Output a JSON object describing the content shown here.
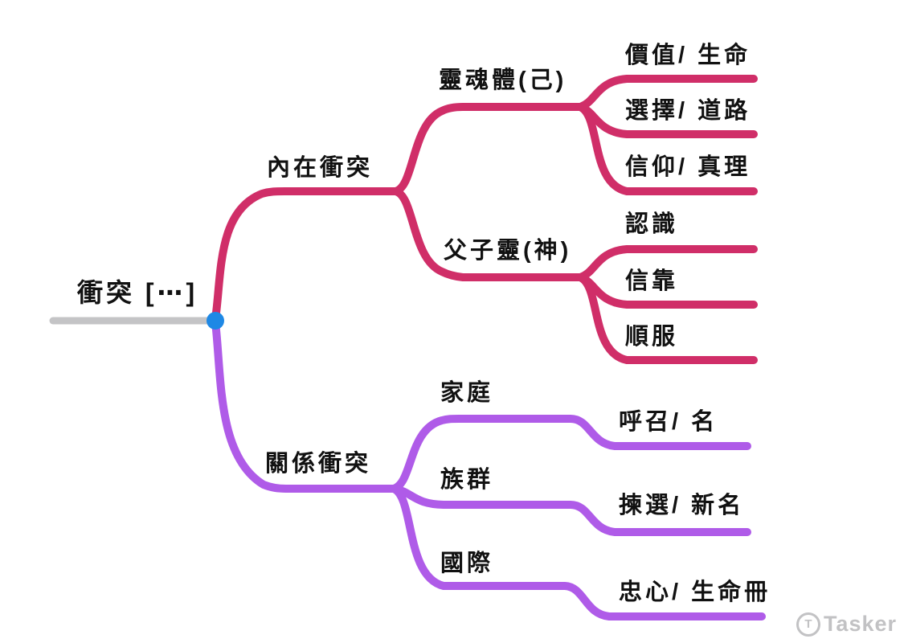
{
  "palette": {
    "branch_internal": "#D02E68",
    "branch_relational": "#AF5BE8",
    "root_line": "#C4C4C6",
    "root_dot": "#1E88E5",
    "text": "#111111",
    "watermark": "#C2C2C4"
  },
  "mindmap": {
    "root": {
      "label": "衝突 [⋯]"
    },
    "branches": [
      {
        "label": "內在衝突",
        "color": "#D02E68",
        "children": [
          {
            "label": "靈魂體(己)",
            "children": [
              {
                "label": "價值/ 生命"
              },
              {
                "label": "選擇/ 道路"
              },
              {
                "label": "信仰/ 真理"
              }
            ]
          },
          {
            "label": "父子靈(神)",
            "children": [
              {
                "label": "認識"
              },
              {
                "label": "信靠"
              },
              {
                "label": "順服"
              }
            ]
          }
        ]
      },
      {
        "label": "關係衝突",
        "color": "#AF5BE8",
        "children": [
          {
            "label": "家庭",
            "children": [
              {
                "label": "呼召/ 名"
              }
            ]
          },
          {
            "label": "族群",
            "children": [
              {
                "label": "揀選/ 新名"
              }
            ]
          },
          {
            "label": "國際",
            "children": [
              {
                "label": "忠心/ 生命冊"
              }
            ]
          }
        ]
      }
    ]
  },
  "watermark": {
    "brand": "Tasker",
    "icon_letter": "T"
  }
}
